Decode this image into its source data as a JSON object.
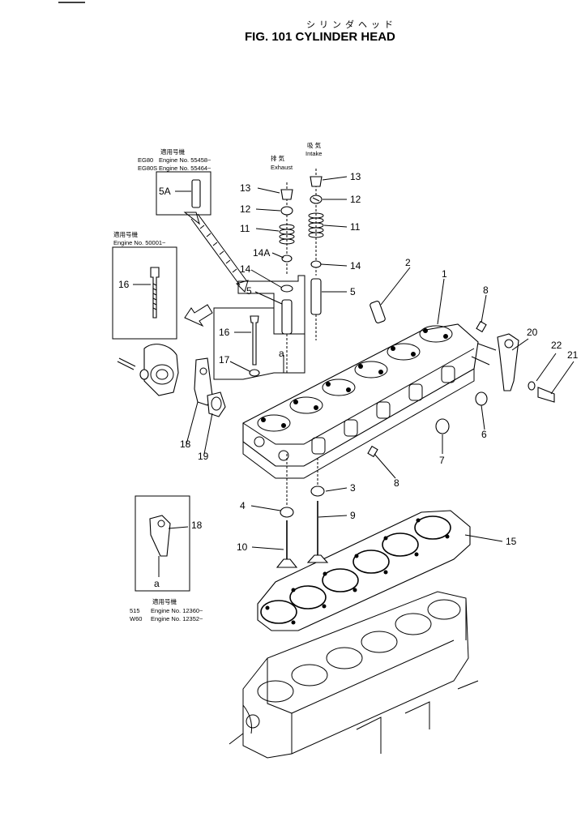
{
  "header": {
    "jp_title": "シリンダヘッド",
    "title": "FIG. 101 CYLINDER HEAD"
  },
  "notes": {
    "exhaust_jp": "排 気",
    "exhaust": "Exhaust",
    "intake_jp": "吸 気",
    "intake": "Intake",
    "applic_jp": "適用号機",
    "eg80_model": "EG80",
    "eg80_engine": "Engine No. 55458~",
    "eg80s_model": "EG80S",
    "eg80s_engine": "Engine No. 55464~",
    "engine_50001": "Engine No. 50001~",
    "m515_model": "515",
    "m515_engine": "Engine No. 12360~",
    "w60_model": "W60",
    "w60_engine": "Engine No. 12352~"
  },
  "callouts": {
    "c1": "1",
    "c2": "2",
    "c3": "3",
    "c4": "4",
    "c5": "5",
    "c5b": "5",
    "c5a": "5A",
    "c6": "6",
    "c7": "7",
    "c8a": "8",
    "c8b": "8",
    "c9": "9",
    "c10": "10",
    "c11a": "11",
    "c11b": "11",
    "c12a": "12",
    "c12b": "12",
    "c13a": "13",
    "c13b": "13",
    "c14a": "14",
    "c14b": "14",
    "c14A": "14A",
    "c15": "15",
    "c16a": "16",
    "c16b": "16",
    "c17": "17",
    "c18a": "18",
    "c18b": "18",
    "c19": "19",
    "c20": "20",
    "c21": "21",
    "c22": "22",
    "refA1": "a",
    "refA2": "a"
  }
}
